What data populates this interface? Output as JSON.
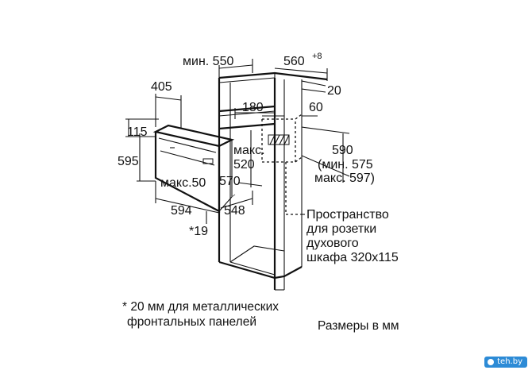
{
  "dimensions": {
    "min550": "мин. 550",
    "w560": "560",
    "w560_sup": "+8",
    "d20": "20",
    "d405": "405",
    "d180": "180",
    "d60": "60",
    "d115": "115",
    "max520_line1": "макс.",
    "max520_line2": "520",
    "d590": "590",
    "min575": "(мин. 575",
    "max597": "макс. 597)",
    "d595": "595",
    "max50": "макс.50",
    "d570": "570",
    "d594": "594",
    "d548": "548",
    "star19": "*19"
  },
  "socket_note": [
    "Пространство",
    "для розетки",
    "духового",
    "шкафа 320x115"
  ],
  "footnote": [
    "* 20 мм для металлических",
    "фронтальных панелей"
  ],
  "units_label": "Размеры в мм",
  "watermark": "teh.by",
  "colors": {
    "line": "#111111",
    "badge": "#2d8bd6"
  }
}
